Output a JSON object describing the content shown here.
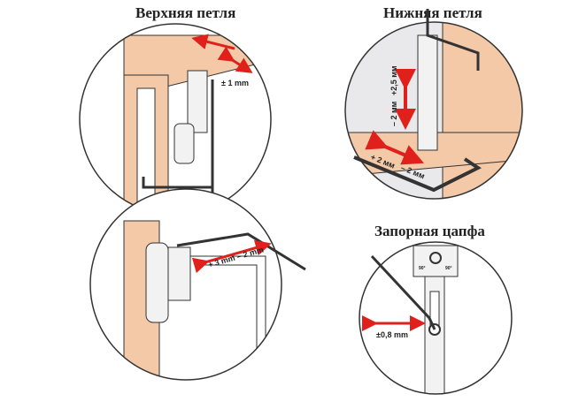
{
  "panels": {
    "top_hinge": {
      "title": "Верхняя петля",
      "adjust": "± 1 mm"
    },
    "bottom_hinge": {
      "title": "Нижняя петля",
      "vertical_up": "+2,5 мм",
      "vertical_down": "– 2 мм",
      "horizontal_left": "+ 2 мм",
      "horizontal_right": "– 2 мм"
    },
    "side_hinge": {
      "adjust": "+ 3 mm  – 2 mm"
    },
    "locking_pin": {
      "title": "Запорная цапфа",
      "angle_left": "90°",
      "angle_right": "90°",
      "adjust": "±0,8 mm"
    }
  },
  "colors": {
    "wood": "#f3c9a8",
    "arrow": "#e0201b",
    "line": "#333333",
    "metal": "#f2f2f2"
  }
}
